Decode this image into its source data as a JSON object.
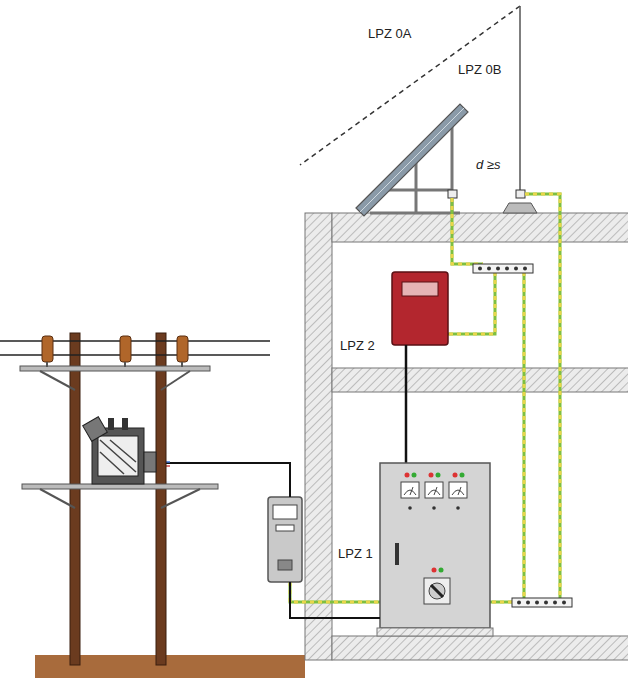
{
  "diagram": {
    "labels": [
      "LPZ 0A",
      "LPZ 0B",
      "d ≥s",
      "LPZ 2",
      "LPZ 1"
    ]
  }
}
